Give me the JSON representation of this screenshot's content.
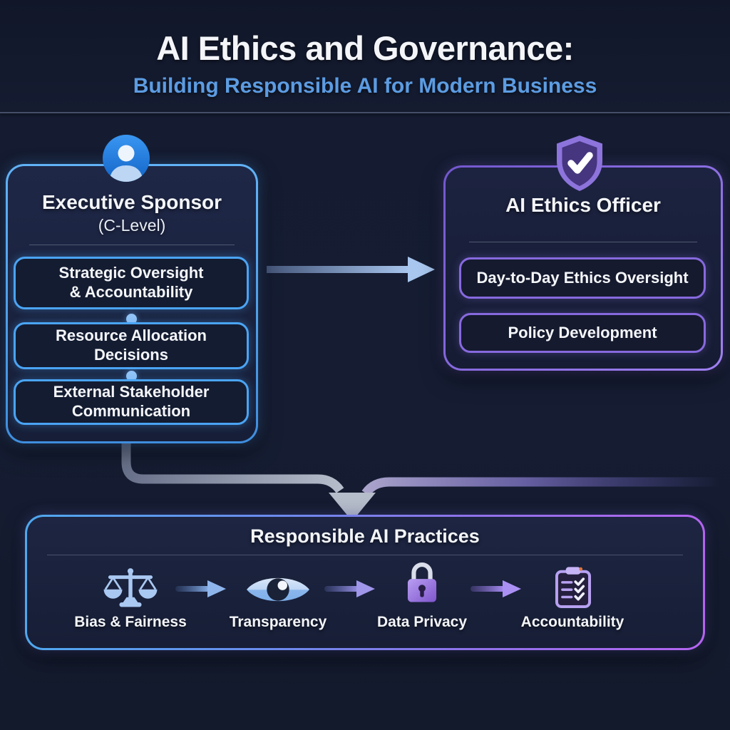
{
  "colors": {
    "background": "#151c31",
    "blue_accent": "#4aa4f4",
    "purple_accent": "#8769de",
    "subtitle_blue": "#5c9ce2",
    "text_white": "#f3f5f9",
    "connector_gray": "#b8bfcc"
  },
  "header": {
    "title": "AI Ethics and Governance:",
    "subtitle": "Building Responsible AI for Modern Business"
  },
  "executive_sponsor": {
    "icon": "person-icon",
    "title": "Executive Sponsor",
    "subtitle": "(C-Level)",
    "responsibilities": [
      "Strategic Oversight\n& Accountability",
      "Resource Allocation\nDecisions",
      "External Stakeholder\nCommunication"
    ]
  },
  "ethics_officer": {
    "icon": "shield-check-icon",
    "title": "AI Ethics Officer",
    "responsibilities": [
      "Day-to-Day Ethics Oversight",
      "Policy Development"
    ]
  },
  "practices": {
    "title": "Responsible AI Practices",
    "items": [
      {
        "icon": "scales-icon",
        "label": "Bias & Fairness"
      },
      {
        "icon": "eye-icon",
        "label": "Transparency"
      },
      {
        "icon": "lock-icon",
        "label": "Data Privacy"
      },
      {
        "icon": "clipboard-checklist-icon",
        "label": "Accountability"
      }
    ]
  }
}
